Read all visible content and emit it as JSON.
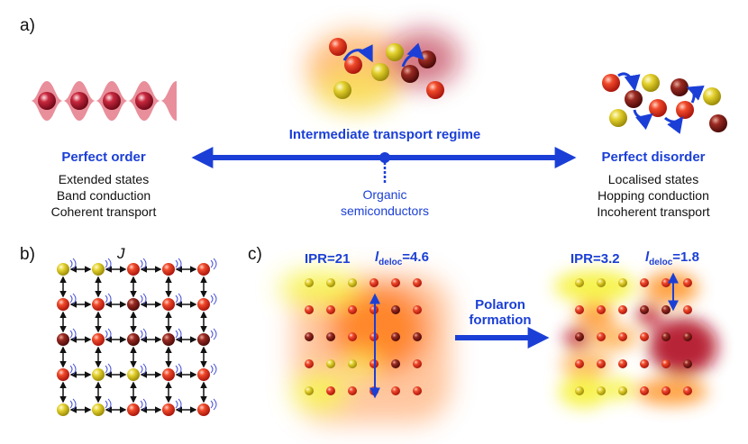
{
  "panels": {
    "a": "a)",
    "b": "b)",
    "c": "c)"
  },
  "order": {
    "title": "Perfect order",
    "lines": [
      "Extended states",
      "Band conduction",
      "Coherent transport"
    ]
  },
  "intermediate": {
    "title": "Intermediate transport regime"
  },
  "organic": {
    "lines": [
      "Organic",
      "semiconductors"
    ]
  },
  "disorder": {
    "title": "Perfect disorder",
    "lines": [
      "Localised states",
      "Hopping conduction",
      "Incoherent transport"
    ]
  },
  "coupling": {
    "symbol": "J"
  },
  "left_grid": {
    "ipr_label": "IPR=21",
    "l_symbol": "l",
    "l_subscript": "deloc",
    "l_value": "=4.6"
  },
  "right_grid": {
    "ipr_label": "IPR=3.2",
    "l_symbol": "l",
    "l_subscript": "deloc",
    "l_value": "=1.8"
  },
  "polaron": {
    "lines": [
      "Polaron",
      "formation"
    ]
  },
  "colors": {
    "accent_blue": "#1b3fd6",
    "red_site": "#e8321e",
    "dark_site": "#8c1a18",
    "yellow_site": "#d9c21e"
  }
}
